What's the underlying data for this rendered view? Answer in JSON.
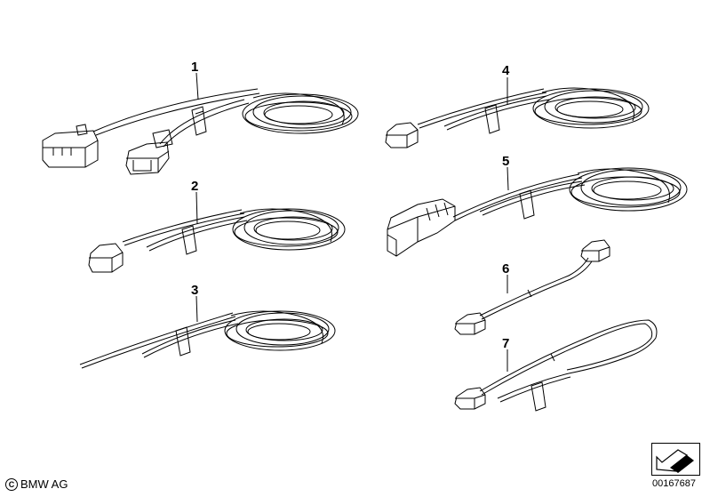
{
  "diagram": {
    "parts": [
      {
        "number": "1"
      },
      {
        "number": "2"
      },
      {
        "number": "3"
      },
      {
        "number": "4"
      },
      {
        "number": "5"
      },
      {
        "number": "6"
      },
      {
        "number": "7"
      }
    ]
  },
  "footer": {
    "copyright_symbol": "C",
    "copyright_text": "BMW AG",
    "image_code": "00167687"
  },
  "colors": {
    "line": "#000000",
    "background": "#ffffff"
  },
  "icons": [
    "copyright-icon",
    "arrow-stamp-icon"
  ]
}
